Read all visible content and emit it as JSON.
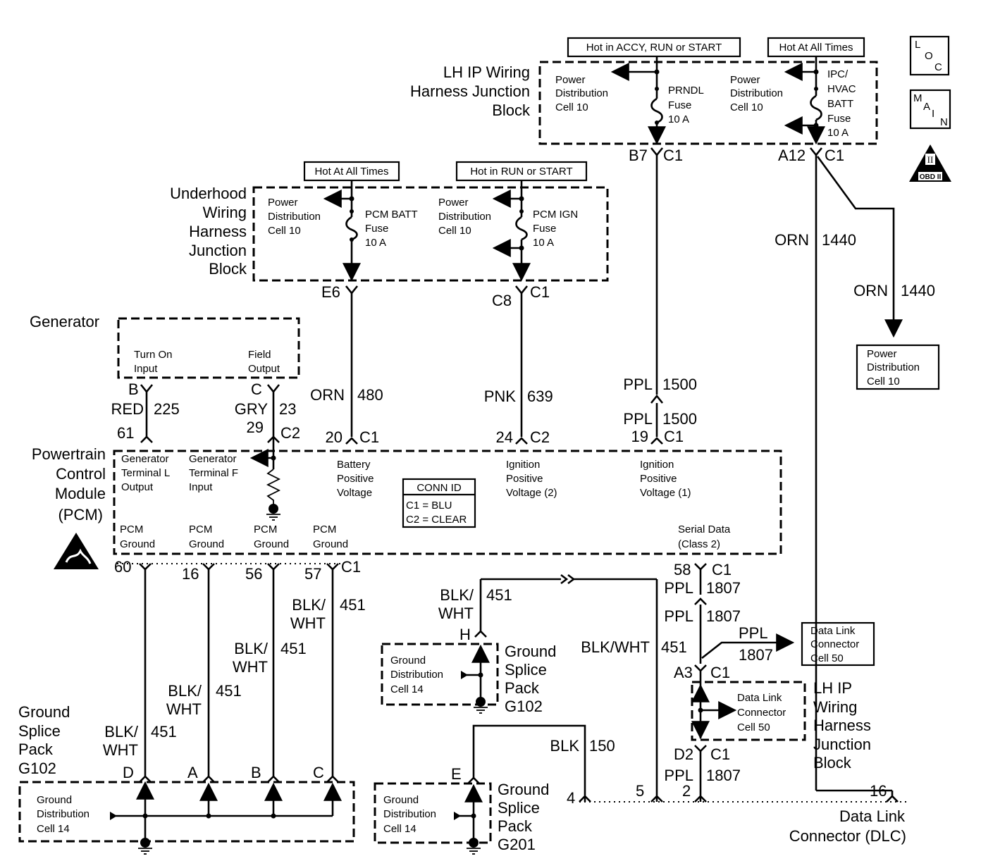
{
  "supply": {
    "accy_run_start": "Hot in ACCY, RUN or START",
    "hot_all_times_top": "Hot At All Times",
    "hot_all_times_mid": "Hot At All Times",
    "hot_run_start": "Hot in RUN or START"
  },
  "icons": {
    "loc": [
      "L",
      "O",
      "C"
    ],
    "main": [
      "M",
      "A",
      "I",
      "N"
    ],
    "obd": "OBD II",
    "obd_roman": "II"
  },
  "lh_ip_block": {
    "title": [
      "LH IP Wiring",
      "Harness Junction",
      "Block"
    ],
    "left_cell": [
      "Power",
      "Distribution",
      "Cell 10"
    ],
    "prndl": [
      "PRNDL",
      "Fuse",
      "10 A"
    ],
    "right_cell": [
      "Power",
      "Distribution",
      "Cell 10"
    ],
    "ipc": [
      "IPC/",
      "HVAC",
      "BATT",
      "Fuse",
      "10 A"
    ],
    "b7": "B7",
    "c1a": "C1",
    "a12": "A12",
    "c1b": "C1"
  },
  "underhood_block": {
    "title": [
      "Underhood",
      "Wiring",
      "Harness",
      "Junction",
      "Block"
    ],
    "left_cell": [
      "Power",
      "Distribution",
      "Cell 10"
    ],
    "pcm_batt": [
      "PCM BATT",
      "Fuse",
      "10 A"
    ],
    "right_cell": [
      "Power",
      "Distribution",
      "Cell 10"
    ],
    "pcm_ign": [
      "PCM IGN",
      "Fuse",
      "10 A"
    ],
    "e6": "E6",
    "c8": "C8",
    "c1": "C1"
  },
  "wires": {
    "orn1440a_color": "ORN",
    "orn1440a_num": "1440",
    "orn1440b_color": "ORN",
    "orn1440b_num": "1440",
    "orn480_color": "ORN",
    "orn480_num": "480",
    "pnk639_color": "PNK",
    "pnk639_num": "639",
    "ppl1500a_color": "PPL",
    "ppl1500a_num": "1500",
    "ppl1500b_color": "PPL",
    "ppl1500b_num": "1500",
    "red225_color": "RED",
    "red225_num": "225",
    "gry23_color": "GRY",
    "gry23_num": "23",
    "ppl1807a_color": "PPL",
    "ppl1807a_num": "1807",
    "ppl1807b_color": "PPL",
    "ppl1807b_num": "1807",
    "ppl1807c_color": "PPL",
    "ppl1807c_num": "1807",
    "ppl1807d_color": "PPL",
    "ppl1807d_num": "1807",
    "bw_h_color": [
      "BLK/",
      "WHT"
    ],
    "bw_h_num": "451",
    "bw_57_color": [
      "BLK/",
      "WHT"
    ],
    "bw_57_num": "451",
    "bw_56_color": [
      "BLK/",
      "WHT"
    ],
    "bw_56_num": "451",
    "bw_16_color": [
      "BLK/",
      "WHT"
    ],
    "bw_16_num": "451",
    "bw_60_color": [
      "BLK/",
      "WHT"
    ],
    "bw_60_num": "451",
    "bw_long_color": "BLK/WHT",
    "bw_long_num": "451",
    "blk150_color": "BLK",
    "blk150_num": "150"
  },
  "power_dist_right": [
    "Power",
    "Distribution",
    "Cell 10"
  ],
  "generator": {
    "title": "Generator",
    "turn_on": [
      "Turn On",
      "Input"
    ],
    "field": [
      "Field",
      "Output"
    ],
    "b": "B",
    "c": "C",
    "p61": "61",
    "p29": "29",
    "c2": "C2"
  },
  "pcm": {
    "title": [
      "Powertrain",
      "Control",
      "Module",
      "(PCM)"
    ],
    "gen_l": [
      "Generator",
      "Terminal L",
      "Output"
    ],
    "gen_f": [
      "Generator",
      "Terminal F",
      "Input"
    ],
    "batt_pos": [
      "Battery",
      "Positive",
      "Voltage"
    ],
    "ign2": [
      "Ignition",
      "Positive",
      "Voltage (2)"
    ],
    "ign1": [
      "Ignition",
      "Positive",
      "Voltage (1)"
    ],
    "conn_id": "CONN ID",
    "conn_c1": "C1 = BLU",
    "conn_c2": "C2 = CLEAR",
    "grounds": [
      [
        "PCM",
        "Ground"
      ],
      [
        "PCM",
        "Ground"
      ],
      [
        "PCM",
        "Ground"
      ],
      [
        "PCM",
        "Ground"
      ]
    ],
    "serial": [
      "Serial Data",
      "(Class 2)"
    ],
    "p20": "20",
    "p20c": "C1",
    "p24": "24",
    "p24c": "C2",
    "p19": "19",
    "p19c": "C1",
    "p60": "60",
    "p16": "16",
    "p56": "56",
    "p57": "57",
    "p57c": "C1",
    "p58": "58",
    "p58c": "C1"
  },
  "g102_top": {
    "label": [
      "Ground",
      "Distribution",
      "Cell 14"
    ],
    "title": [
      "Ground",
      "Splice",
      "Pack",
      "G102"
    ],
    "h": "H"
  },
  "g102_bottom": {
    "label": [
      "Ground",
      "Distribution",
      "Cell 14"
    ],
    "title": [
      "Ground",
      "Splice",
      "Pack",
      "G102"
    ],
    "d": "D",
    "a": "A",
    "b": "B",
    "c": "C"
  },
  "g201": {
    "label": [
      "Ground",
      "Distribution",
      "Cell 14"
    ],
    "title": [
      "Ground",
      "Splice",
      "Pack",
      "G201"
    ],
    "e": "E"
  },
  "dlc_cell": [
    "Data Link",
    "Connector",
    "Cell 50"
  ],
  "lh_ip_lower": {
    "label": [
      "Data Link",
      "Connector",
      "Cell 50"
    ],
    "title": [
      "LH IP",
      "Wiring",
      "Harness",
      "Junction",
      "Block"
    ],
    "a3": "A3",
    "a3c": "C1",
    "d2": "D2",
    "d2c": "C1"
  },
  "dlc": {
    "title": [
      "Data Link",
      "Connector (DLC)"
    ],
    "p4": "4",
    "p5": "5",
    "p2": "2",
    "p16": "16"
  }
}
